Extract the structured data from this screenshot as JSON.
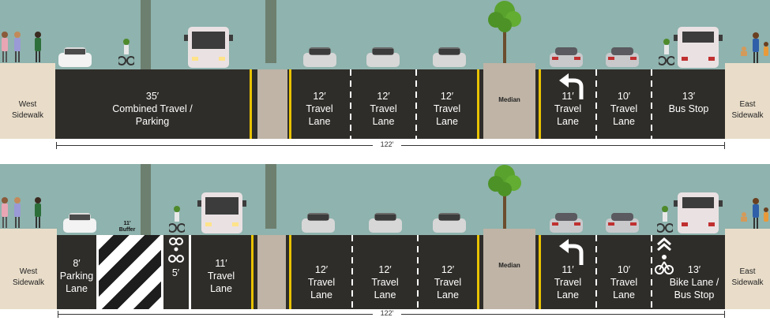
{
  "top": {
    "segments": [
      {
        "id": "west-sidewalk",
        "width": "",
        "label": "West\nSidewalk"
      },
      {
        "id": "combined",
        "width": "35′",
        "label": "Combined Travel /\nParking"
      },
      {
        "id": "travel1",
        "width": "12′",
        "label": "Travel\nLane"
      },
      {
        "id": "travel2",
        "width": "12′",
        "label": "Travel\nLane"
      },
      {
        "id": "travel3",
        "width": "12′",
        "label": "Travel\nLane"
      },
      {
        "id": "median",
        "width": "",
        "label": "Median"
      },
      {
        "id": "travel4",
        "width": "11′",
        "label": "Travel\nLane"
      },
      {
        "id": "travel5",
        "width": "10′",
        "label": "Travel\nLane"
      },
      {
        "id": "busstop",
        "width": "13′",
        "label": "Bus Stop"
      },
      {
        "id": "east-sidewalk",
        "width": "",
        "label": "East\nSidewalk"
      }
    ],
    "total": "122′"
  },
  "bottom": {
    "segments": [
      {
        "id": "west-sidewalk",
        "width": "",
        "label": "West\nSidewalk"
      },
      {
        "id": "parking",
        "width": "8′",
        "label": "Parking\nLane"
      },
      {
        "id": "buffer",
        "width": "11′",
        "label": "Buffer"
      },
      {
        "id": "bikelane",
        "width": "5′",
        "label": ""
      },
      {
        "id": "travel0",
        "width": "11′",
        "label": "Travel\nLane"
      },
      {
        "id": "travel1",
        "width": "12′",
        "label": "Travel\nLane"
      },
      {
        "id": "travel2",
        "width": "12′",
        "label": "Travel\nLane"
      },
      {
        "id": "travel3",
        "width": "12′",
        "label": "Travel\nLane"
      },
      {
        "id": "median",
        "width": "",
        "label": "Median"
      },
      {
        "id": "travel4",
        "width": "11′",
        "label": "Travel\nLane"
      },
      {
        "id": "travel5",
        "width": "10′",
        "label": "Travel\nLane"
      },
      {
        "id": "bikebus",
        "width": "13′",
        "label": "Bike Lane /\nBus Stop"
      },
      {
        "id": "east-sidewalk",
        "width": "",
        "label": "East\nSidewalk"
      }
    ],
    "total": "122′"
  },
  "colors": {
    "sky": "#8fb3ae",
    "road": "#2f2d29",
    "sidewalk": "#e9ddc9",
    "median": "#bfb4a6",
    "yellow": "#e8c200"
  }
}
